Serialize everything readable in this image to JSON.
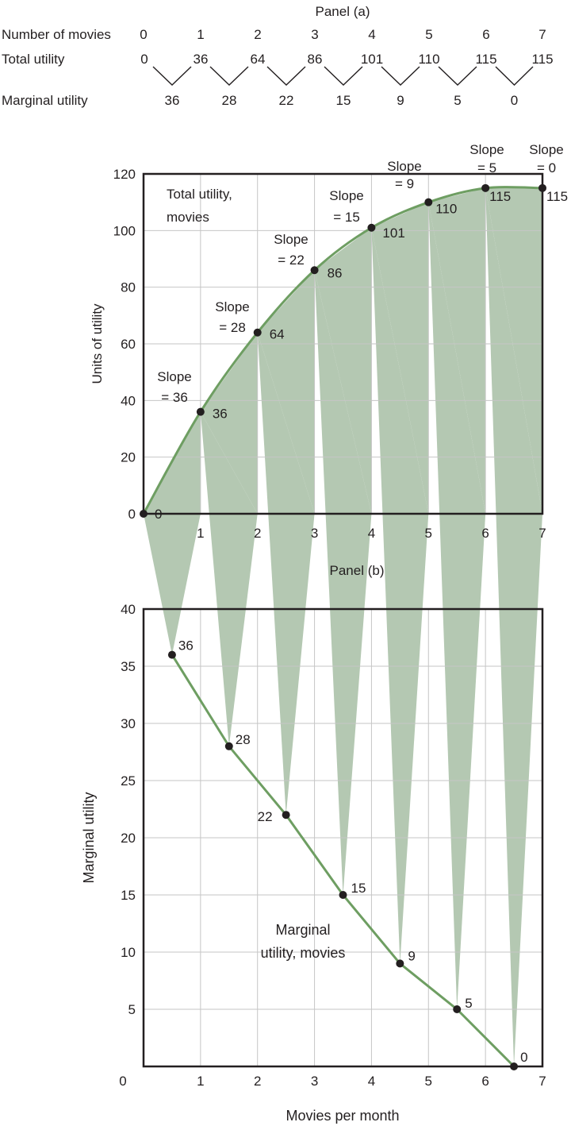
{
  "colors": {
    "line": "#6e9e62",
    "fill": "#b4c8b2",
    "grid": "#c6c6c6",
    "frame": "#231f20",
    "point": "#231f20"
  },
  "table": {
    "title": "Panel (a)",
    "rows": [
      {
        "label": "Number of movies",
        "values": [
          "0",
          "1",
          "2",
          "3",
          "4",
          "5",
          "6",
          "7"
        ]
      },
      {
        "label": "Total utility",
        "values": [
          "0",
          "36",
          "64",
          "86",
          "101",
          "110",
          "115",
          "115"
        ]
      },
      {
        "label": "Marginal utility",
        "values": [
          "36",
          "28",
          "22",
          "15",
          "9",
          "5",
          "0"
        ]
      }
    ]
  },
  "chart_data": [
    {
      "type": "line",
      "title": "",
      "x": [
        0,
        1,
        2,
        3,
        4,
        5,
        6,
        7
      ],
      "series": [
        {
          "name": "Total utility, movies",
          "values": [
            0,
            36,
            64,
            86,
            101,
            110,
            115,
            115
          ]
        }
      ],
      "point_labels": [
        "0",
        "36",
        "64",
        "86",
        "101",
        "110",
        "115",
        "115"
      ],
      "slope_annotations": [
        {
          "lines": [
            "Slope",
            "= 36"
          ]
        },
        {
          "lines": [
            "Slope",
            "= 28"
          ]
        },
        {
          "lines": [
            "Slope",
            "= 22"
          ]
        },
        {
          "lines": [
            "Slope",
            "= 15"
          ]
        },
        {
          "lines": [
            "Slope",
            "= 9"
          ]
        },
        {
          "lines": [
            "Slope",
            "= 5"
          ]
        },
        {
          "lines": [
            "Slope",
            "= 0"
          ]
        }
      ],
      "series_label": [
        "Total utility,",
        "movies"
      ],
      "xlabel": "",
      "ylabel": "Units of utility",
      "xlim": [
        0,
        7
      ],
      "ylim": [
        0,
        120
      ],
      "xticks": [
        "1",
        "2",
        "3",
        "4",
        "5",
        "6",
        "7"
      ],
      "yticks": [
        "0",
        "20",
        "40",
        "60",
        "80",
        "100",
        "120"
      ],
      "grid": true
    },
    {
      "type": "line",
      "title": "Panel (b)",
      "x": [
        0.5,
        1.5,
        2.5,
        3.5,
        4.5,
        5.5,
        6.5
      ],
      "series": [
        {
          "name": "Marginal utility, movies",
          "values": [
            36,
            28,
            22,
            15,
            9,
            5,
            0
          ]
        }
      ],
      "point_labels": [
        "36",
        "28",
        "22",
        "15",
        "9",
        "5",
        "0"
      ],
      "series_label": [
        "Marginal",
        "utility, movies"
      ],
      "xlabel": "Movies per month",
      "ylabel": "Marginal utility",
      "xlim": [
        0,
        7
      ],
      "ylim": [
        0,
        40
      ],
      "xticks": [
        "0",
        "1",
        "2",
        "3",
        "4",
        "5",
        "6",
        "7"
      ],
      "yticks": [
        "5",
        "10",
        "15",
        "20",
        "25",
        "30",
        "35",
        "40"
      ],
      "grid": true
    }
  ]
}
